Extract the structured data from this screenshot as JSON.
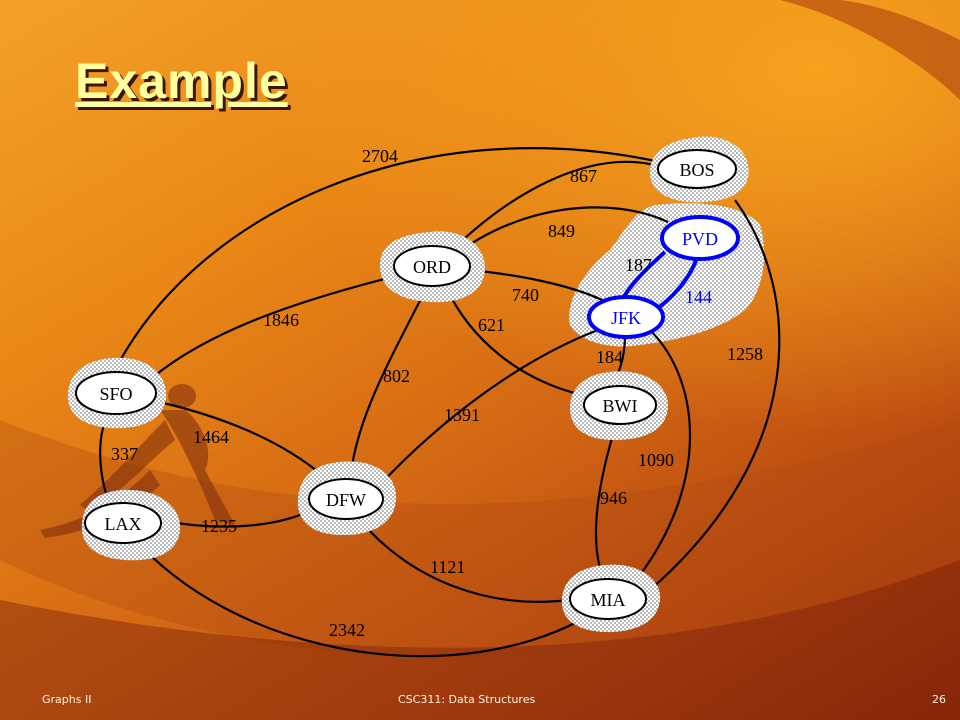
{
  "slide": {
    "title": "Example",
    "footer_left": "Graphs II",
    "footer_center": "CSC311: Data Structures",
    "footer_right": "26"
  },
  "graph": {
    "highlight_color": "#0000ff",
    "node_labels": {
      "bos": "BOS",
      "pvd": "PVD",
      "ord": "ORD",
      "jfk": "JFK",
      "sfo": "SFO",
      "bwi": "BWI",
      "dfw": "DFW",
      "lax": "LAX",
      "mia": "MIA"
    },
    "edge_labels": {
      "sfo_bos": "2704",
      "ord_bos": "867",
      "ord_pvd": "849",
      "jfk_pvd": "187",
      "ord_jfk": "740",
      "pvd_jfk": "144",
      "ord_sfo": "1846",
      "ord_bwi": "621",
      "jfk_bwi": "184",
      "bos_mia": "1258",
      "ord_dfw": "802",
      "dfw_jfk": "1391",
      "sfo_dfw": "1464",
      "sfo_lax": "337",
      "jfk_mia": "1090",
      "bwi_mia": "946",
      "lax_dfw": "1235",
      "dfw_mia": "1121",
      "lax_mia": "2342"
    }
  }
}
